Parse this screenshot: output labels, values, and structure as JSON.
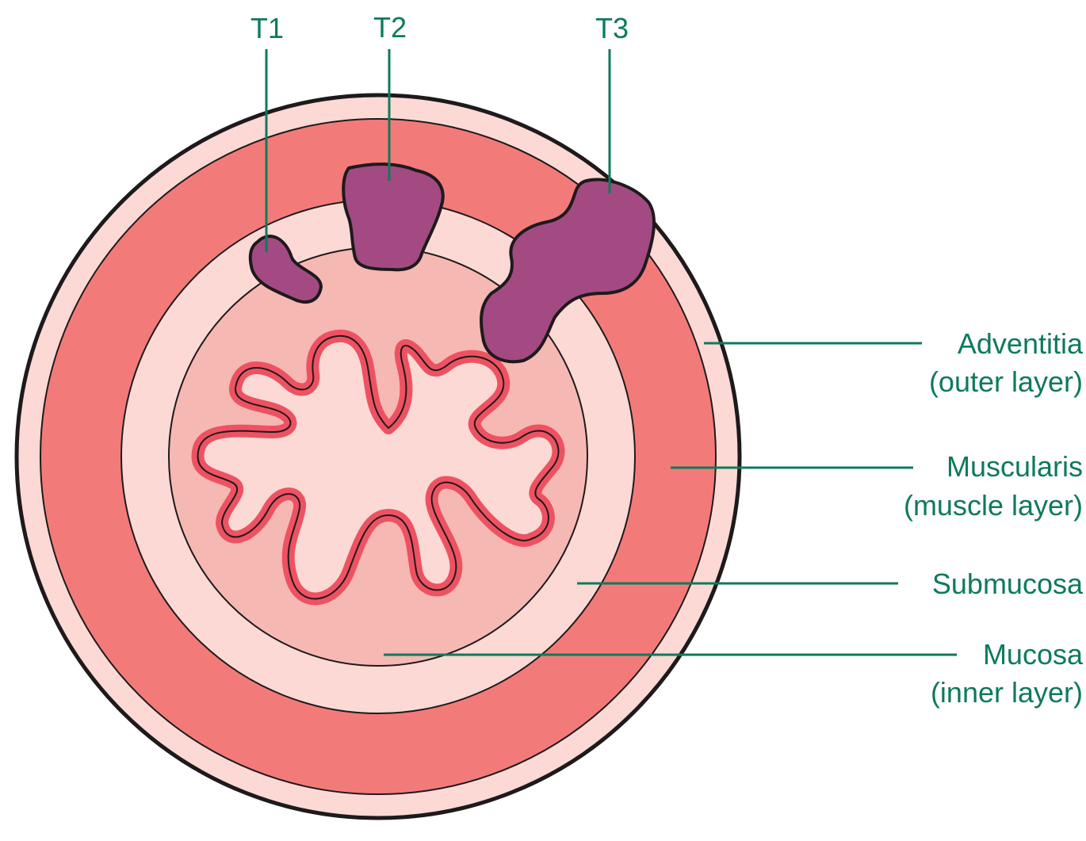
{
  "colors": {
    "outline": "#1e1a1c",
    "adventitia": "#fcd9d5",
    "muscularis": "#f27b7a",
    "submucosa": "#fcd9d5",
    "mucosa": "#f6b8b3",
    "mucosa_folds": "#ee5262",
    "lumen": "#fcd9d5",
    "tumor": "#a34a82",
    "label_text": "#0e7a5c",
    "leader_line": "#0e7a5c"
  },
  "stages": {
    "t1": "T1",
    "t2": "T2",
    "t3": "T3"
  },
  "layers": {
    "adventitia": {
      "name": "Adventitia",
      "detail": "(outer layer)"
    },
    "muscularis": {
      "name": "Muscularis",
      "detail": "(muscle layer)"
    },
    "submucosa": {
      "name": "Submucosa"
    },
    "mucosa": {
      "name": "Mucosa",
      "detail": "(inner layer)"
    }
  }
}
